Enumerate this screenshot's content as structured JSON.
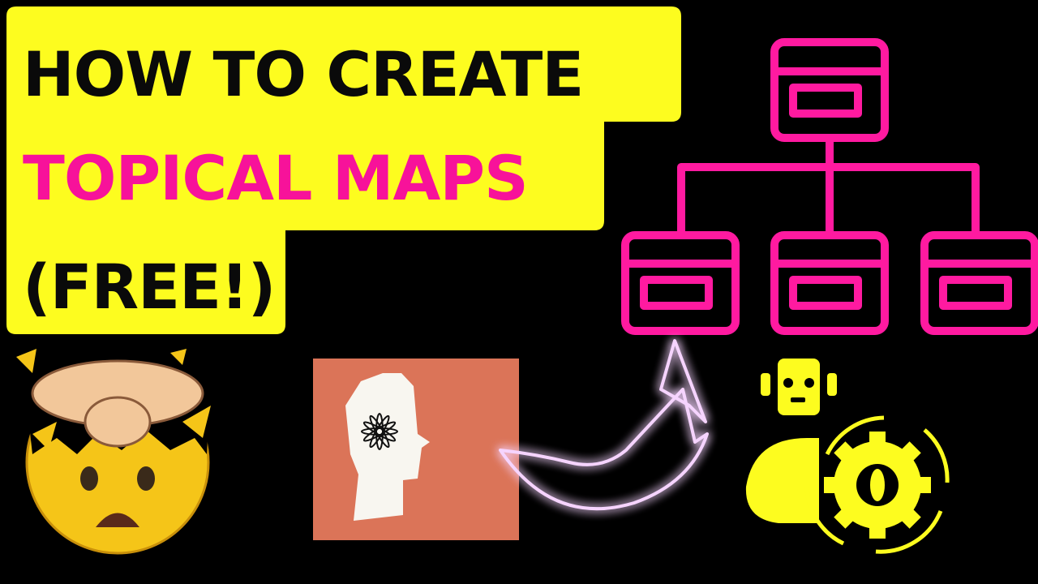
{
  "title": {
    "line1": "HOW TO CREATE",
    "line2": "TOPICAL MAPS",
    "line3": "(FREE!)"
  },
  "colors": {
    "background": "#000000",
    "highlight": "#fdfc1f",
    "accent": "#f7129a",
    "text": "#0a0a0a",
    "head_card": "#db7458",
    "neon": "#e060ff"
  },
  "icons": [
    "exploding-head-emoji",
    "head-idea-icon",
    "neon-arrow-icon",
    "site-structure-icon",
    "robot-icon",
    "ai-gear-cycle-icon"
  ]
}
